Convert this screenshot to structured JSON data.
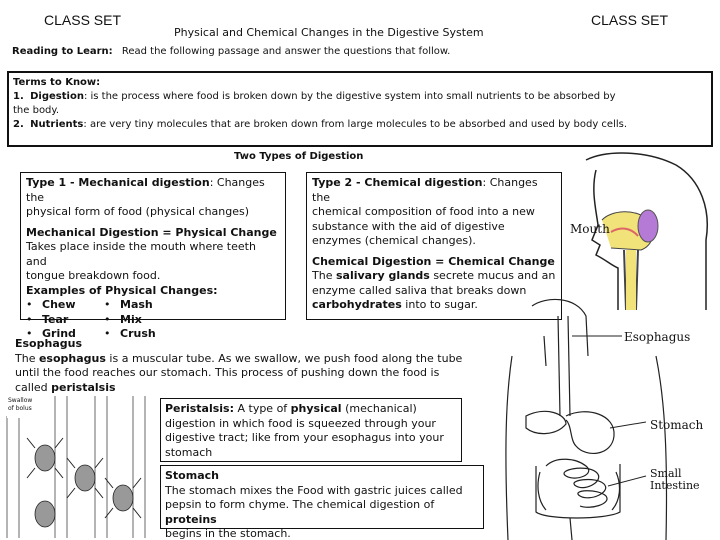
{
  "header": {
    "left_label": "CLASS SET",
    "title": "Physical and Chemical Changes in the Digestive System",
    "right_label": "CLASS SET"
  },
  "reading": {
    "label": "Reading to Learn:",
    "text": "Read the following passage and answer the questions that follow."
  },
  "terms": {
    "heading": "Terms to Know:",
    "items": [
      {
        "num": "1.",
        "term": "Digestion",
        "def_a": ": is the process where food is broken down by the digestive system into small nutrients to be absorbed by",
        "def_b": "the body."
      },
      {
        "num": "2.",
        "term": "Nutrients",
        "def": ": are very tiny molecules that are broken down from large molecules to be absorbed and used by body cells."
      }
    ]
  },
  "two_types": {
    "heading": "Two Types of Digestion"
  },
  "type1": {
    "head_bold": "Type 1 - Mechanical digestion",
    "head_rest_a": ": Changes the",
    "head_rest_b": "physical form of food (physical changes)",
    "sub": "Mechanical Digestion = Physical Change",
    "line1": "Takes place inside the mouth where teeth and",
    "line2": "tongue breakdown food.",
    "examples_label": "Examples of Physical Changes:",
    "left": [
      "Chew",
      "Tear",
      "Grind"
    ],
    "right": [
      "Mash",
      "Mix",
      "Crush"
    ],
    "bullet": "•"
  },
  "type2": {
    "head_bold": "Type 2 - Chemical digestion",
    "head_rest": ": Changes the",
    "lines": [
      "chemical composition of food into a new",
      "substance with the aid of digestive",
      "enzymes (chemical changes)."
    ],
    "sub": "Chemical Digestion = Chemical Change",
    "p1": "The ",
    "p1b": "salivary glands",
    "p1c": " secrete mucus and an",
    "p2": "enzyme called saliva that breaks down",
    "p3b": "carbohydrates",
    "p3c": " into to sugar."
  },
  "esophagus": {
    "heading": "Esophagus",
    "l1a": "The ",
    "l1b": "esophagus",
    "l1c": " is a muscular tube. As we swallow, we push food along the tube",
    "l2": "until the food reaches our stomach. This process of pushing down the food is",
    "l3a": "called ",
    "l3b": "peristalsis"
  },
  "peristalsis": {
    "term": "Peristalsis:",
    "a": "  A type of ",
    "b": "physical",
    "c": " (mechanical)",
    "lines": [
      "digestion in which food is squeezed through your",
      "digestive tract; like from your esophagus into your",
      "stomach"
    ]
  },
  "stomach_box": {
    "heading": "Stomach",
    "l1": "The stomach mixes the Food with gastric juices called",
    "l2a": "pepsin to form chyme. The chemical digestion of ",
    "l2b": "proteins",
    "l3": "begins in the stomach."
  },
  "diagram_labels": {
    "mouth": "Mouth",
    "esophagus": "Esophagus",
    "stomach": "Stomach",
    "small_1": "Small",
    "small_2": "Intestine",
    "swallow_1": "Swallow",
    "swallow_2": "of bolus"
  }
}
